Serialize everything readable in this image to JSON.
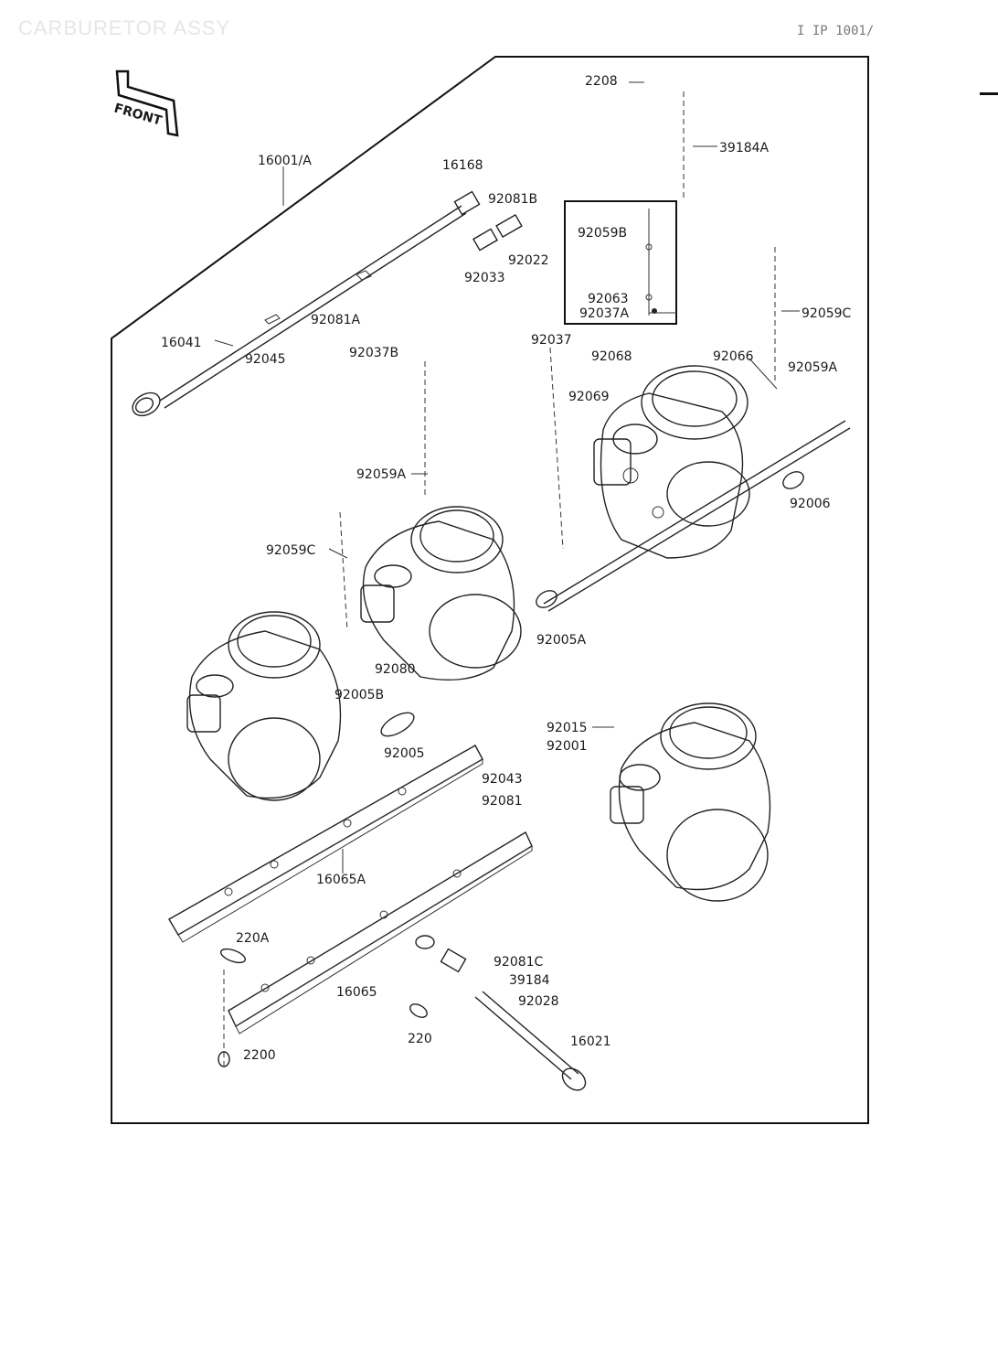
{
  "header": {
    "title": "CARBURETOR ASSY",
    "code": "I IP 1001/"
  },
  "badge": {
    "text": "FRONT"
  },
  "labels": [
    "2208",
    "39184A",
    "16001/A",
    "16168",
    "92081B",
    "92022",
    "92033",
    "92059B",
    "92063",
    "92037A",
    "92059C",
    "92037",
    "92068",
    "92066",
    "92059A",
    "16041",
    "92081A",
    "92045",
    "92037B",
    "92069",
    "92006",
    "92059A",
    "92059C",
    "92005A",
    "92080",
    "92005B",
    "92005",
    "92015",
    "92001",
    "92043",
    "92081",
    "16065A",
    "220A",
    "92081C",
    "39184",
    "92028",
    "16065",
    "220",
    "16021",
    "2200"
  ]
}
